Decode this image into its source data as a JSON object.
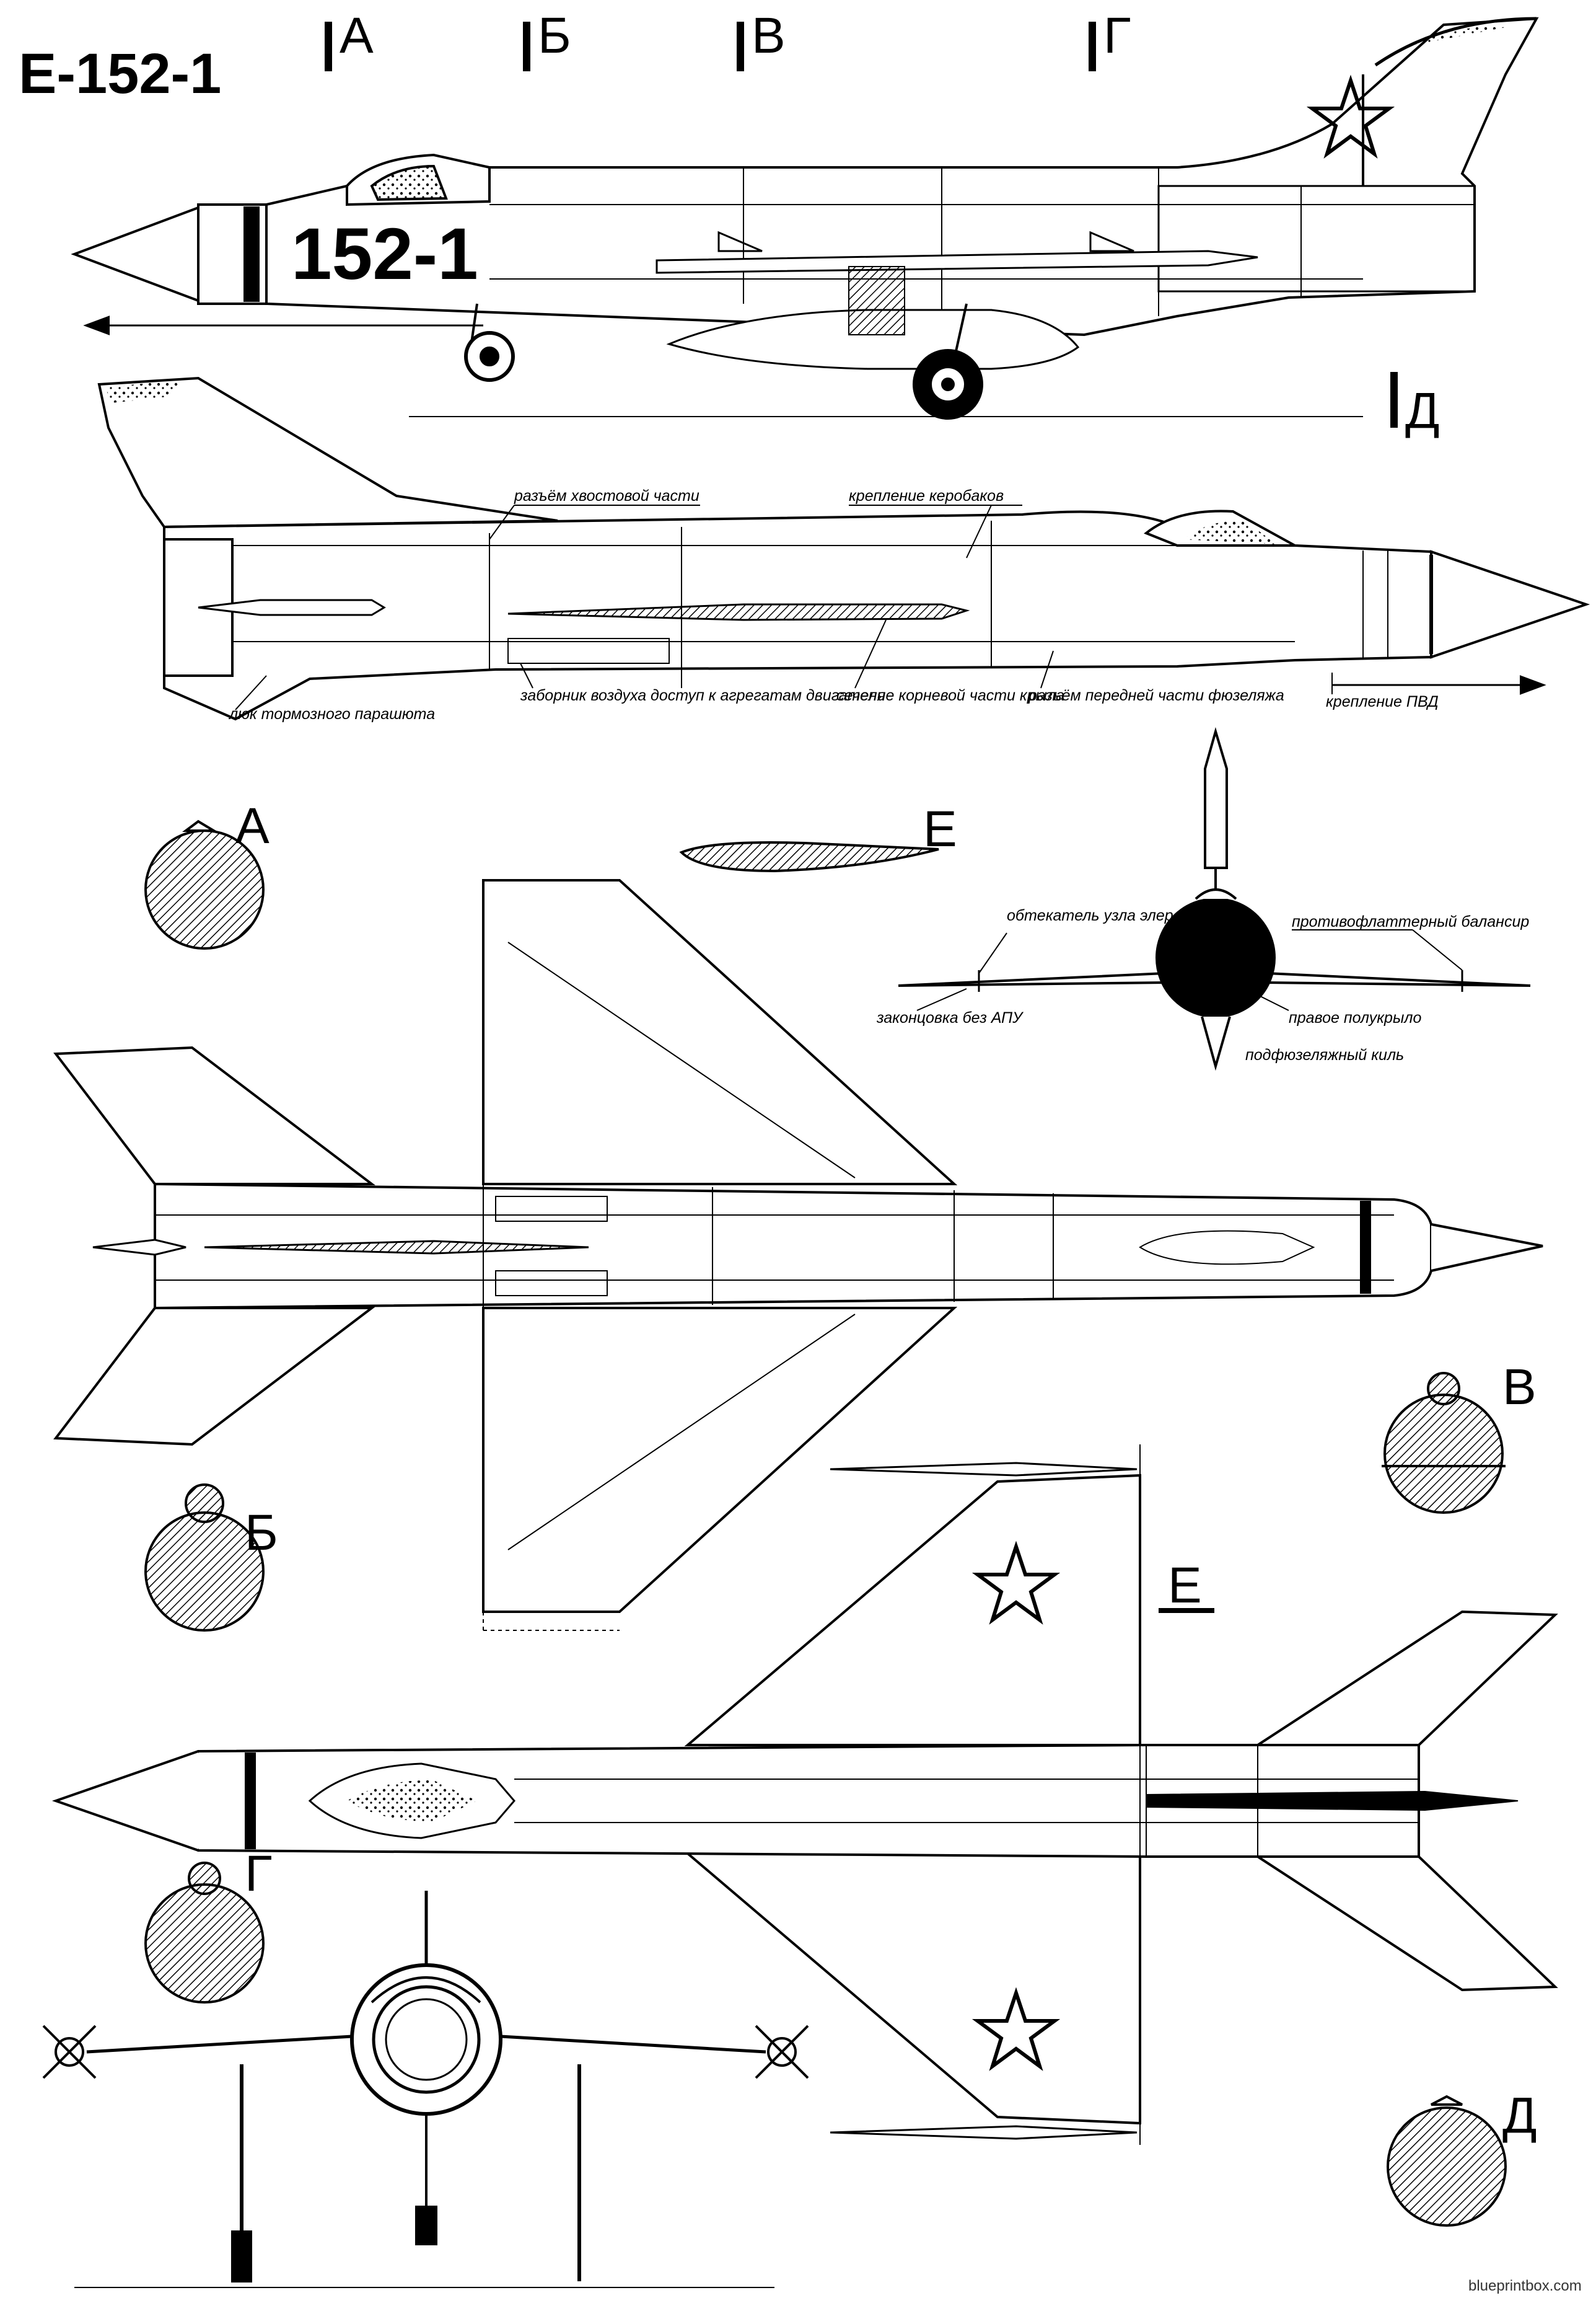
{
  "title": "E-152-1",
  "tail_code": "152-1",
  "section_markers": [
    "А",
    "Б",
    "В",
    "Г",
    "Д"
  ],
  "section_views": [
    "А",
    "Е",
    "Б",
    "В",
    "Е",
    "Г",
    "Д"
  ],
  "side_view_annotations": [
    "разъём хвостовой части",
    "крепление керобаков",
    "люк тормозного парашюта",
    "заборник воздуха",
    "доступ к агрегатам двигателя",
    "сечение корневой части крыла",
    "разъём передней части фюзеляжа",
    "крепление ПВД"
  ],
  "front_view_annotations": [
    "обтекатель узла элерона",
    "противофлаттерный балансир",
    "законцовка без АПУ",
    "правое полукрыло",
    "подфюзеляжный киль"
  ],
  "watermark": "blueprintbox.com"
}
